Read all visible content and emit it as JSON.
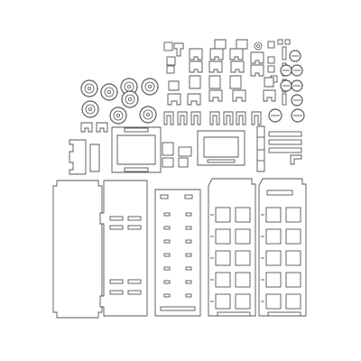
{
  "sheet": {
    "name": "laser-cut-parts-sheet",
    "stroke_color": "#555555",
    "fill_color": "#ffffff",
    "background": "#ffffff"
  },
  "parts": {
    "gears": "gear-parts",
    "small_blocks": "small-block-parts",
    "tabs": "tab-strip-parts",
    "bracket_frames": "bracket-frame-parts",
    "long_panels": "long-panel-parts",
    "window_panels": "window-panel-parts"
  }
}
